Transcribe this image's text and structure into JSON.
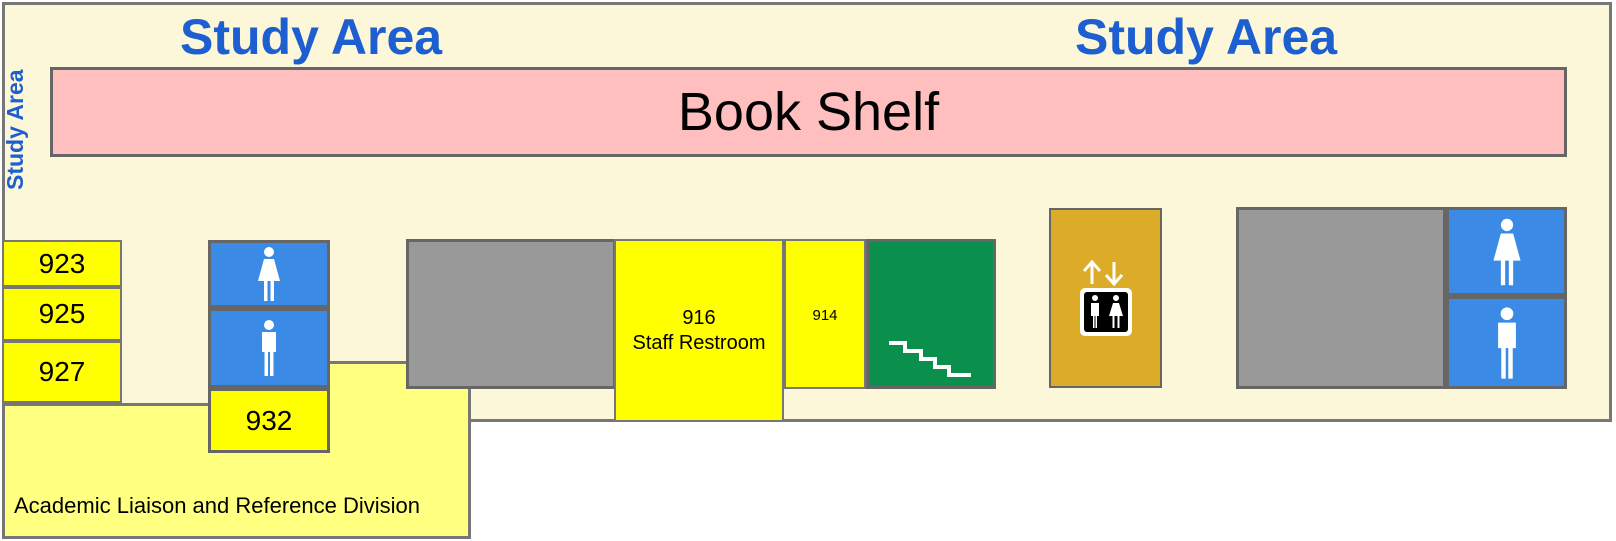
{
  "labels": {
    "study_area_top_left": "Study Area",
    "study_area_top_right": "Study Area",
    "study_area_left": "Study Area",
    "book_shelf": "Book Shelf",
    "academic_division": "Academic Liaison and Reference Division"
  },
  "rooms": {
    "r923": "923",
    "r925": "925",
    "r927": "927",
    "r932": "932",
    "r916_number": "916",
    "r916_name": "Staff Restroom",
    "r914": "914"
  },
  "icons": {
    "women_restroom": "woman-icon",
    "men_restroom": "man-icon",
    "stairs": "stairs-icon",
    "elevator": "elevator-icon"
  },
  "colors": {
    "floor": "#fbf7d8",
    "book_shelf": "#ffbfbf",
    "room": "#ffff00",
    "restroom": "#3a8ae6",
    "stairs": "#0b8f4d",
    "elevator": "#dcab27",
    "service": "#999999",
    "study_label": "#1d5fd0",
    "division": "#ffff80"
  }
}
